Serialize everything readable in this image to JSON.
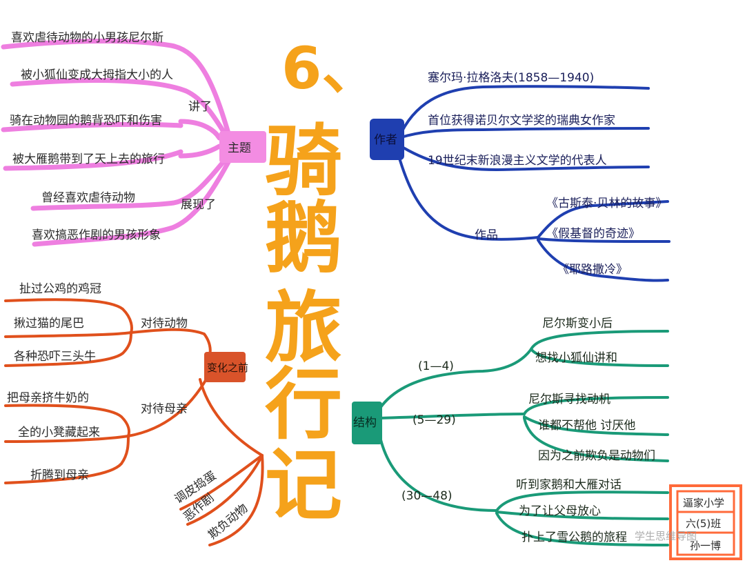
{
  "colors": {
    "title": "#f5a21b",
    "pink": "#ee7fe0",
    "blue": "#1f3fb0",
    "red": "#e0501c",
    "green": "#1a9a78",
    "stamp": "#ff6a3a"
  },
  "title": {
    "number": "6、",
    "chars": [
      "骑",
      "鹅",
      "旅",
      "行",
      "记"
    ]
  },
  "theme": {
    "label": "主题",
    "sub1": "讲了",
    "sub1_items": [
      "喜欢虐待动物的小男孩尼尔斯",
      "被小狐仙变成大拇指大小的人",
      "骑在动物园的鹅背恐吓和伤害",
      "被大雁鹅带到了天上去的旅行"
    ],
    "sub2": "展现了",
    "sub2_items": [
      "曾经喜欢虐待动物",
      "喜欢搞恶作剧的男孩形象"
    ]
  },
  "author": {
    "label": "作者",
    "items": [
      "塞尔玛·拉格洛夫(1858—1940)",
      "首位获得诺贝尔文学奖的瑞典女作家",
      "19世纪末新浪漫主义文学的代表人"
    ],
    "works_label": "作品",
    "works": [
      "《古斯泰·贝林的故事》",
      "《假基督的奇迹》",
      "《耶路撒冷》"
    ]
  },
  "change": {
    "label": "变化之前",
    "g1_label": "对待动物",
    "g1_items": [
      "扯过公鸡的鸡冠",
      "揪过猫的尾巴",
      "各种恐吓三头牛"
    ],
    "g2_label": "对待母亲",
    "g2_items": [
      "把母亲挤牛奶的",
      "全的小凳藏起来",
      "折腾到母亲"
    ],
    "g3_items": [
      "调皮捣蛋",
      "恶作剧",
      "欺负动物"
    ]
  },
  "structure": {
    "label": "结构",
    "parts": [
      {
        "range": "(1—4)",
        "items": [
          "尼尔斯变小后",
          "想找小狐仙讲和"
        ]
      },
      {
        "range": "(5—29)",
        "items": [
          "尼尔斯寻找动机",
          "谁都不帮他  讨厌他",
          "因为之前欺负是动物们"
        ]
      },
      {
        "range": "(30—48)",
        "items": [
          "听到家鹅和大雁对话",
          "为了让父母放心",
          "扑上了雪公鹅的旅程"
        ]
      }
    ]
  },
  "stamp": {
    "lines": [
      "逼家小学",
      "六(5)班",
      "孙一博"
    ]
  },
  "watermark": "学生思维导图"
}
